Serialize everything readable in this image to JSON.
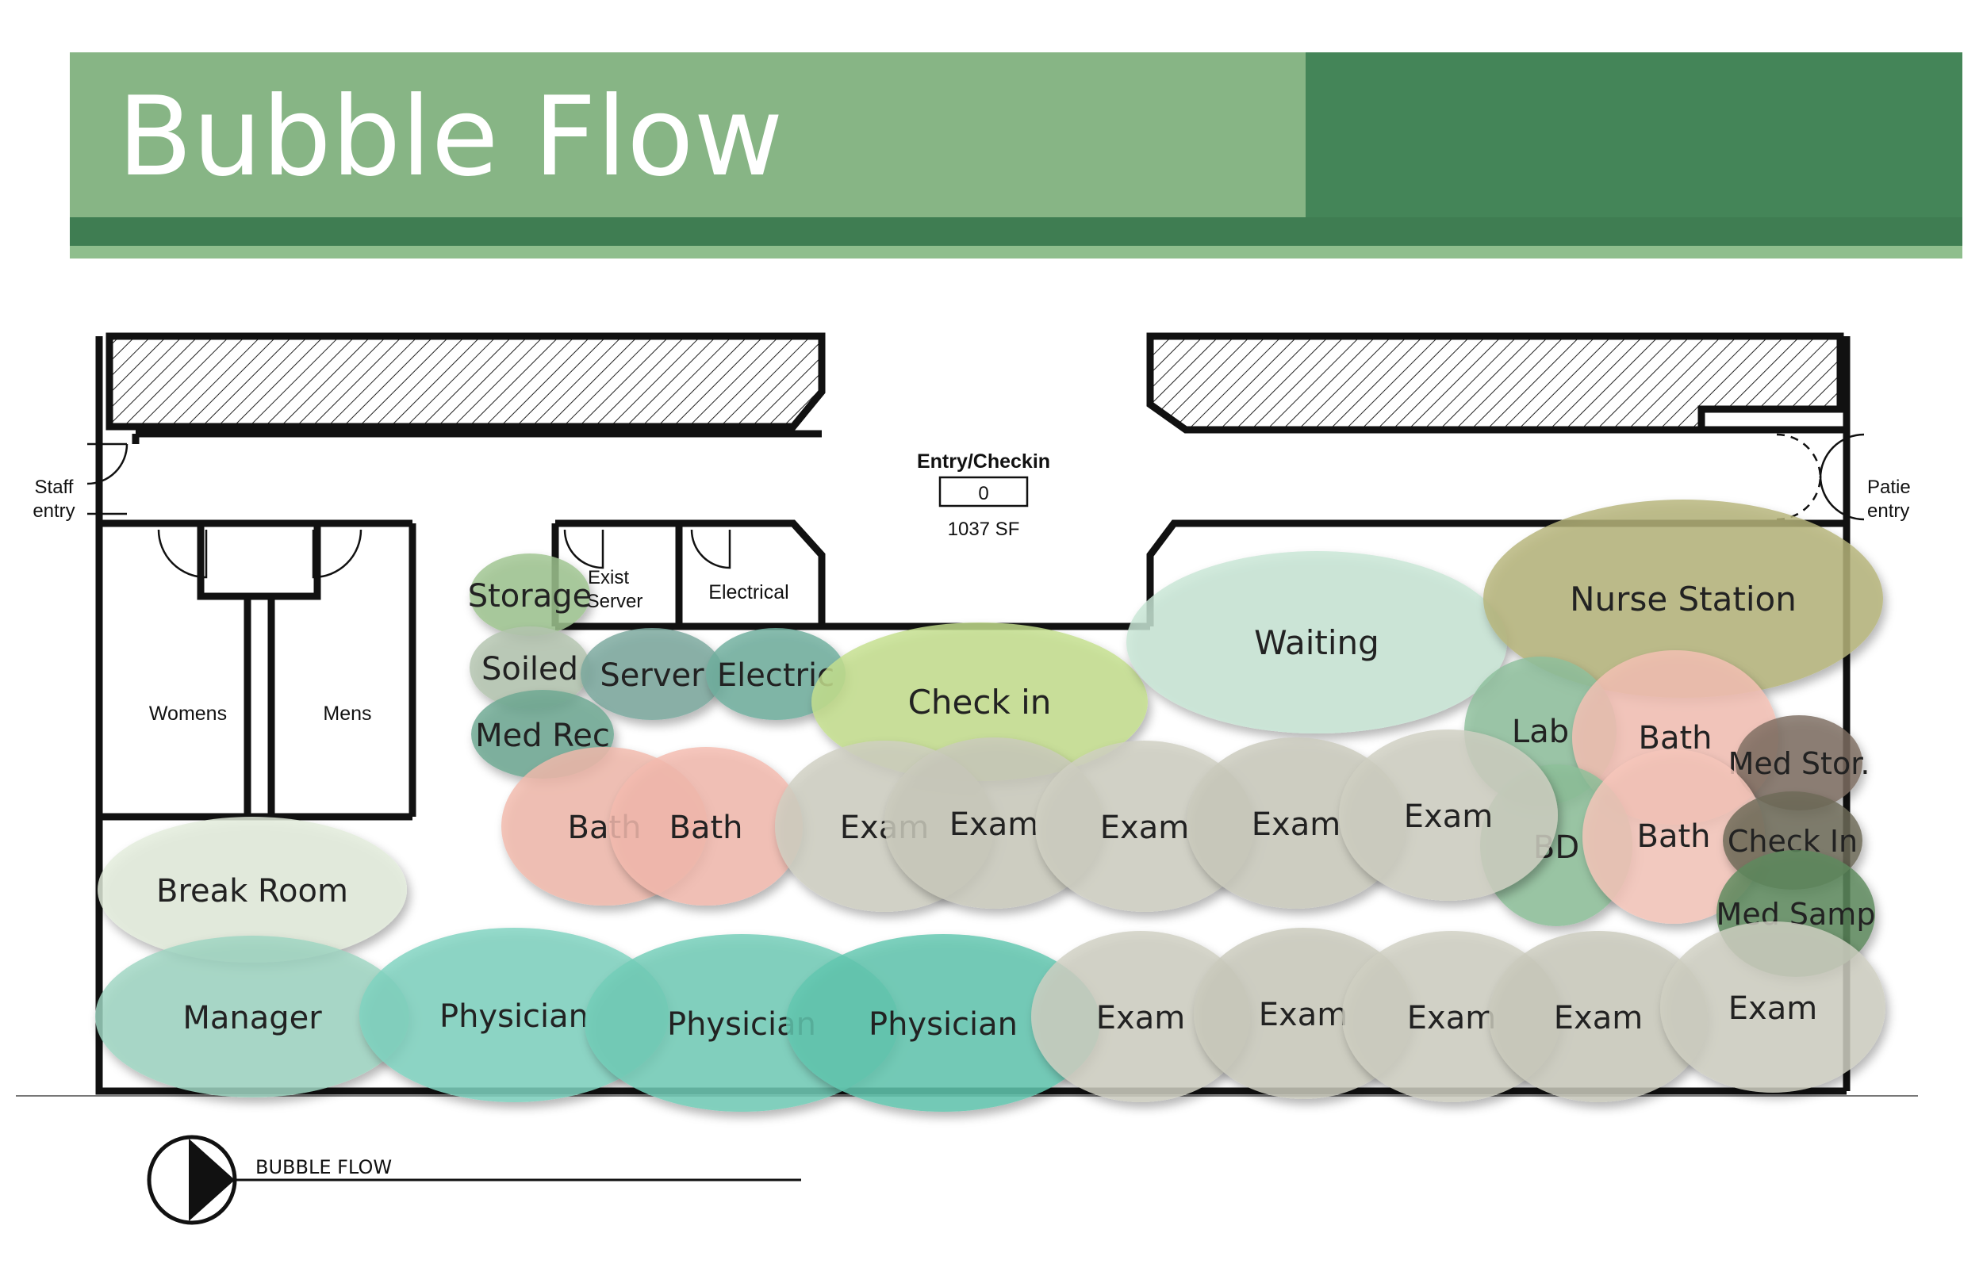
{
  "title": "Bubble Flow",
  "entry": {
    "label": "Entry/Checkin",
    "count": "0",
    "area": "1037 SF"
  },
  "rooms": {
    "staff_entry_1": "Staff",
    "staff_entry_2": "entry",
    "patient_entry_1": "Patie",
    "patient_entry_2": "entry",
    "womens": "Womens",
    "mens": "Mens",
    "exist_server_1": "Exist",
    "exist_server_2": "Server",
    "electrical": "Electrical"
  },
  "bubbles": [
    {
      "label": "Storage",
      "color": "#9fc490"
    },
    {
      "label": "Soiled",
      "color": "#b3c4b0"
    },
    {
      "label": "Server",
      "color": "#7aa89e"
    },
    {
      "label": "Electric",
      "color": "#6fae9d"
    },
    {
      "label": "Med Rec",
      "color": "#6ea892"
    },
    {
      "label": "Check in",
      "color": "#c5df8e"
    },
    {
      "label": "Waiting",
      "color": "#c8e6d6"
    },
    {
      "label": "Nurse Station",
      "color": "#b6b47a"
    },
    {
      "label": "Lab",
      "color": "#8fbf9c"
    },
    {
      "label": "Bath",
      "color": "#f5c1b4"
    },
    {
      "label": "Med Stor.",
      "color": "#7e6e60"
    },
    {
      "label": "BD",
      "color": "#8dbf9a"
    },
    {
      "label": "Bath",
      "color": "#f7c6bb"
    },
    {
      "label": "Check In",
      "color": "#6e6a58"
    },
    {
      "label": "Med Samp",
      "color": "#5e8a5e"
    },
    {
      "label": "Bath",
      "color": "#f2b9ac"
    },
    {
      "label": "Bath",
      "color": "#f4bbae"
    },
    {
      "label": "Exam",
      "color": "#cfcfc2"
    },
    {
      "label": "Exam",
      "color": "#cbcbbd"
    },
    {
      "label": "Exam",
      "color": "#cfcfc2"
    },
    {
      "label": "Exam",
      "color": "#cbcbbd"
    },
    {
      "label": "Exam",
      "color": "#cfcfc2"
    },
    {
      "label": "Break Room",
      "color": "#e3eddc"
    },
    {
      "label": "Manager",
      "color": "#9fd6c2"
    },
    {
      "label": "Physician",
      "color": "#7fd3c0"
    },
    {
      "label": "Physician",
      "color": "#72cdb8"
    },
    {
      "label": "Physician",
      "color": "#62c7b0"
    },
    {
      "label": "Exam",
      "color": "#cfcfc2"
    },
    {
      "label": "Exam",
      "color": "#cbcbbd"
    },
    {
      "label": "Exam",
      "color": "#cfcfc2"
    },
    {
      "label": "Exam",
      "color": "#cbcbbd"
    },
    {
      "label": "Exam",
      "color": "#cfcfc2"
    }
  ],
  "caption": "BUBBLE FLOW",
  "colors": {
    "header_light": "#87b585",
    "header_dark": "#448558",
    "header_band": "#3f7d52",
    "header_rule": "#8fbe8d",
    "wall": "#111111"
  }
}
